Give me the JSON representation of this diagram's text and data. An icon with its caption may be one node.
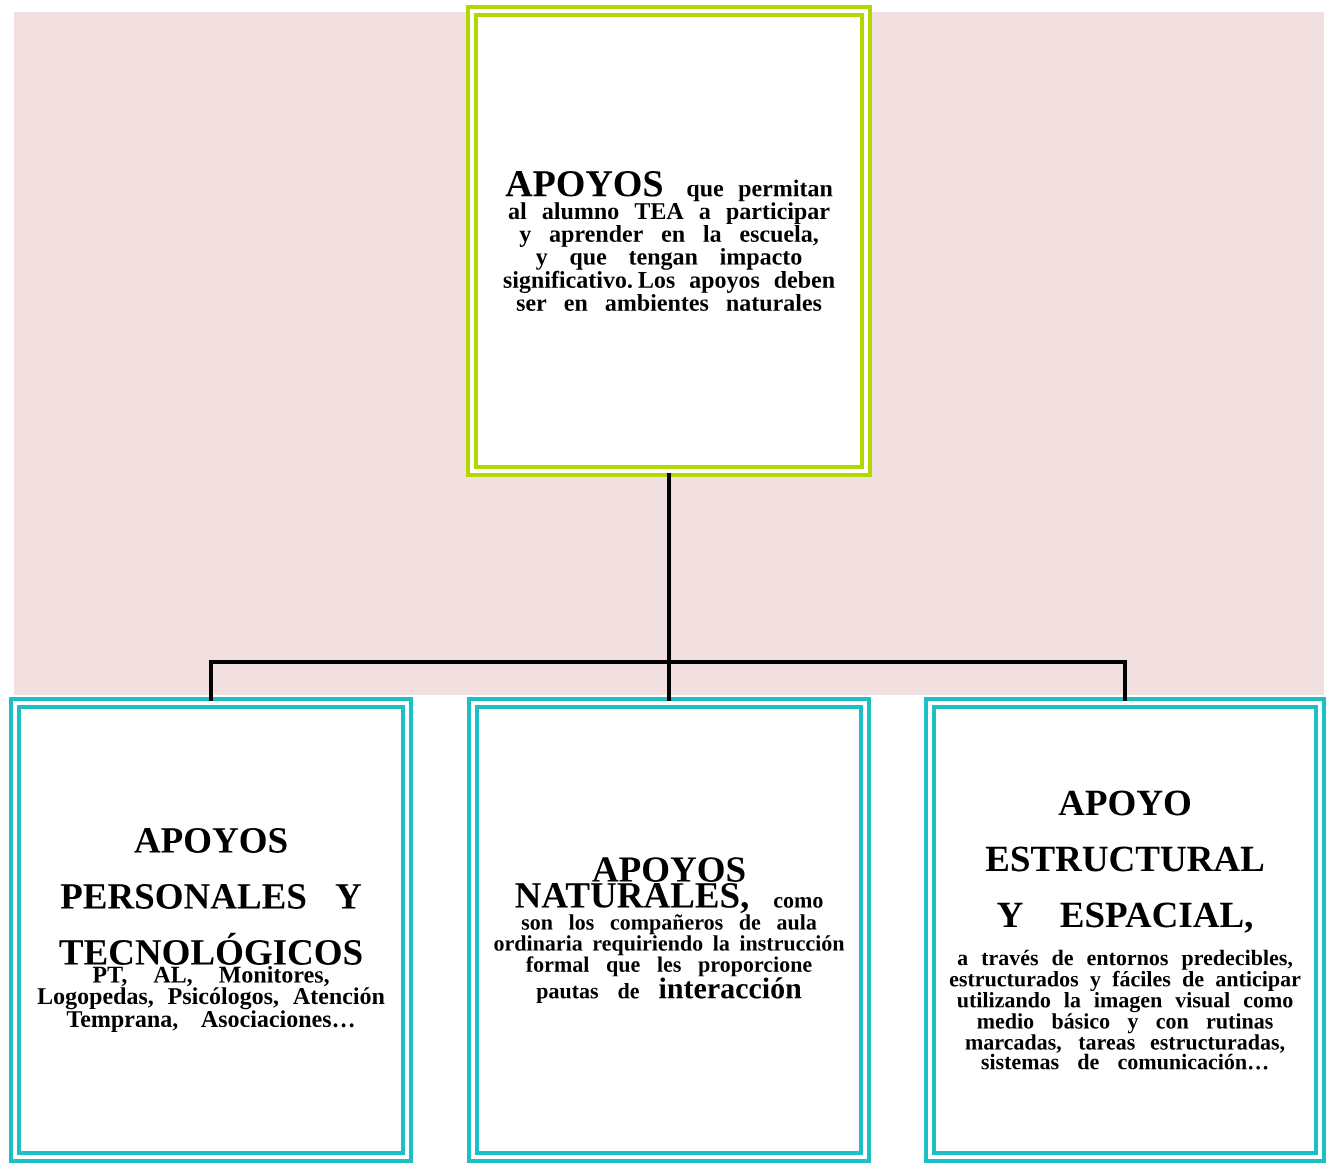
{
  "diagram": {
    "nodes": [
      {
        "text": [
          "APOYOS",
          "que permitan al alumno TEA a participar y aprender en la escuela, y que tengan impacto significativo. Los apoyos deben ser en ambientes naturales"
        ]
      },
      {
        "text": [
          "APOYOS PERSONALES Y TECNOLÓGICOS",
          "PT, AL, Monitores, Logopedas, Psicólogos, Atención Temprana, Asociaciones…"
        ]
      },
      {
        "text": [
          "APOYOS NATURALES,",
          "como son los compañeros de aula ordinaria requiriendo la instrucción formal que les proporcione pautas de",
          "interacción"
        ]
      },
      {
        "text": [
          "APOYO ESTRUCTURAL Y ESPACIAL,",
          "a través de entornos predecibles, estructurados y fáciles de anticipar utilizando la imagen visual como medio básico y con rutinas marcadas, tareas estructuradas, sistemas de comunicación…"
        ]
      }
    ],
    "edges": [
      {
        "from": 0,
        "to": 1,
        "arrow": "none"
      },
      {
        "from": 0,
        "to": 2,
        "arrow": "none"
      },
      {
        "from": 0,
        "to": 3,
        "arrow": "none"
      }
    ]
  }
}
